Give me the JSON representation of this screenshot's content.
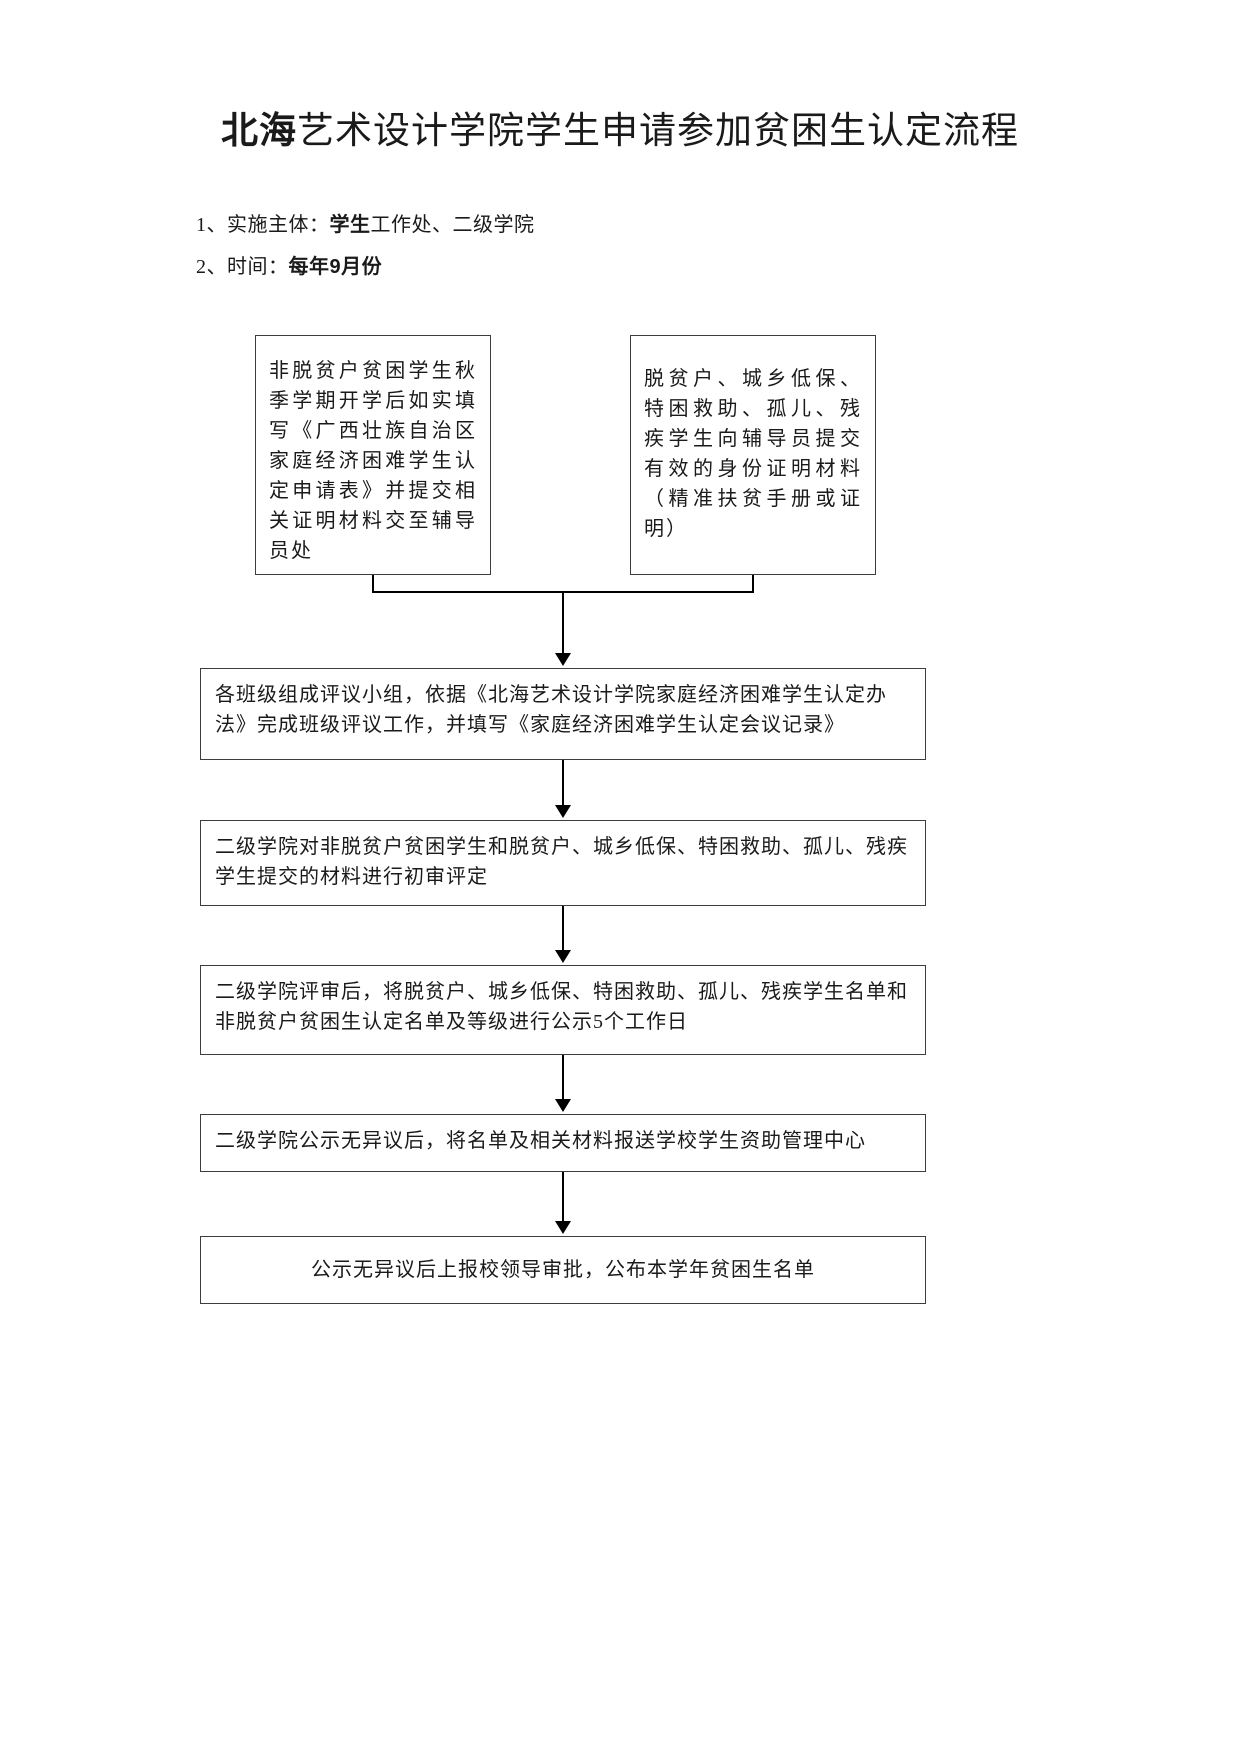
{
  "title": {
    "bold": "北海",
    "rest": "艺术设计学院学生申请参加贫困生认定流程"
  },
  "notes": [
    {
      "prefix": "1、实施主体：",
      "bold": "学生",
      "suffix": "工作处、二级学院"
    },
    {
      "prefix": "2、时间：",
      "bold": "每年9月份",
      "suffix": ""
    }
  ],
  "flow": {
    "box_left": "非脱贫户贫困学生秋季学期开学后如实填写《广西壮族自治区家庭经济困难学生认定申请表》并提交相关证明材料交至辅导员处",
    "box_right": "脱贫户、城乡低保、特困救助、孤儿、残疾学生向辅导员提交有效的身份证明材料（精准扶贫手册或证明）",
    "step1": "各班级组成评议小组，依据《北海艺术设计学院家庭经济困难学生认定办法》完成班级评议工作，并填写《家庭经济困难学生认定会议记录》",
    "step2": "二级学院对非脱贫户贫困学生和脱贫户、城乡低保、特困救助、孤儿、残疾学生提交的材料进行初审评定",
    "step3": "二级学院评审后，将脱贫户、城乡低保、特困救助、孤儿、残疾学生名单和非脱贫户贫困生认定名单及等级进行公示5个工作日",
    "step4": "二级学院公示无异议后，将名单及相关材料报送学校学生资助管理中心",
    "step5": "公示无异议后上报校领导审批，公布本学年贫困生名单"
  }
}
